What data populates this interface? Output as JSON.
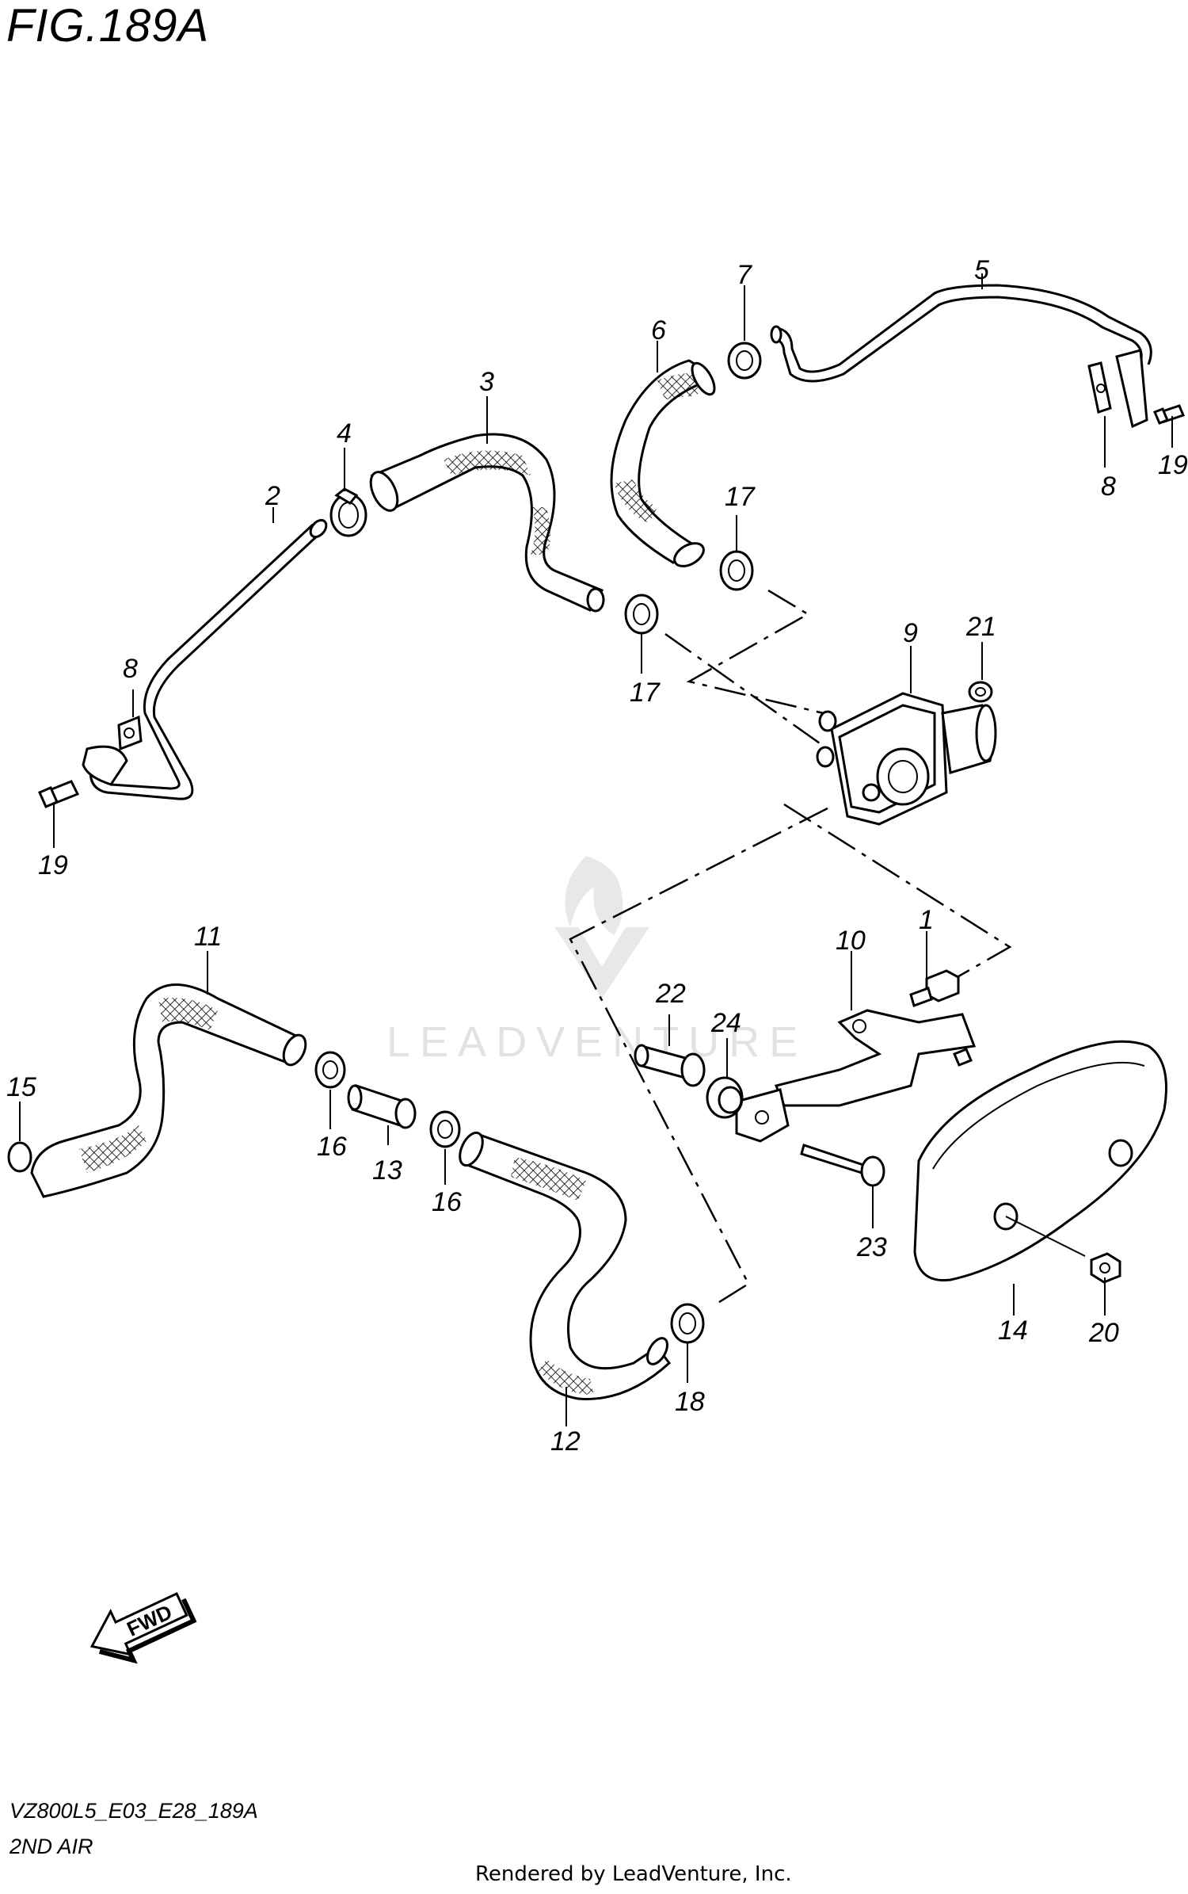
{
  "figure": {
    "title": "FIG.189A",
    "code": "VZ800L5_E03_E28_189A",
    "subtitle": "2ND AIR",
    "credit": "Rendered by LeadVenture, Inc.",
    "watermark": "LEADVENTURE",
    "fwd_label": "FWD"
  },
  "callouts": [
    {
      "id": "c1",
      "text": "1"
    },
    {
      "id": "c2",
      "text": "2"
    },
    {
      "id": "c3",
      "text": "3"
    },
    {
      "id": "c4",
      "text": "4"
    },
    {
      "id": "c5",
      "text": "5"
    },
    {
      "id": "c6",
      "text": "6"
    },
    {
      "id": "c7",
      "text": "7"
    },
    {
      "id": "c8a",
      "text": "8"
    },
    {
      "id": "c8b",
      "text": "8"
    },
    {
      "id": "c9",
      "text": "9"
    },
    {
      "id": "c10",
      "text": "10"
    },
    {
      "id": "c11",
      "text": "11"
    },
    {
      "id": "c12",
      "text": "12"
    },
    {
      "id": "c13",
      "text": "13"
    },
    {
      "id": "c14",
      "text": "14"
    },
    {
      "id": "c15",
      "text": "15"
    },
    {
      "id": "c16a",
      "text": "16"
    },
    {
      "id": "c16b",
      "text": "16"
    },
    {
      "id": "c17a",
      "text": "17"
    },
    {
      "id": "c17b",
      "text": "17"
    },
    {
      "id": "c18",
      "text": "18"
    },
    {
      "id": "c19a",
      "text": "19"
    },
    {
      "id": "c19b",
      "text": "19"
    },
    {
      "id": "c20",
      "text": "20"
    },
    {
      "id": "c21",
      "text": "21"
    },
    {
      "id": "c22",
      "text": "22"
    },
    {
      "id": "c23",
      "text": "23"
    },
    {
      "id": "c24",
      "text": "24"
    }
  ]
}
